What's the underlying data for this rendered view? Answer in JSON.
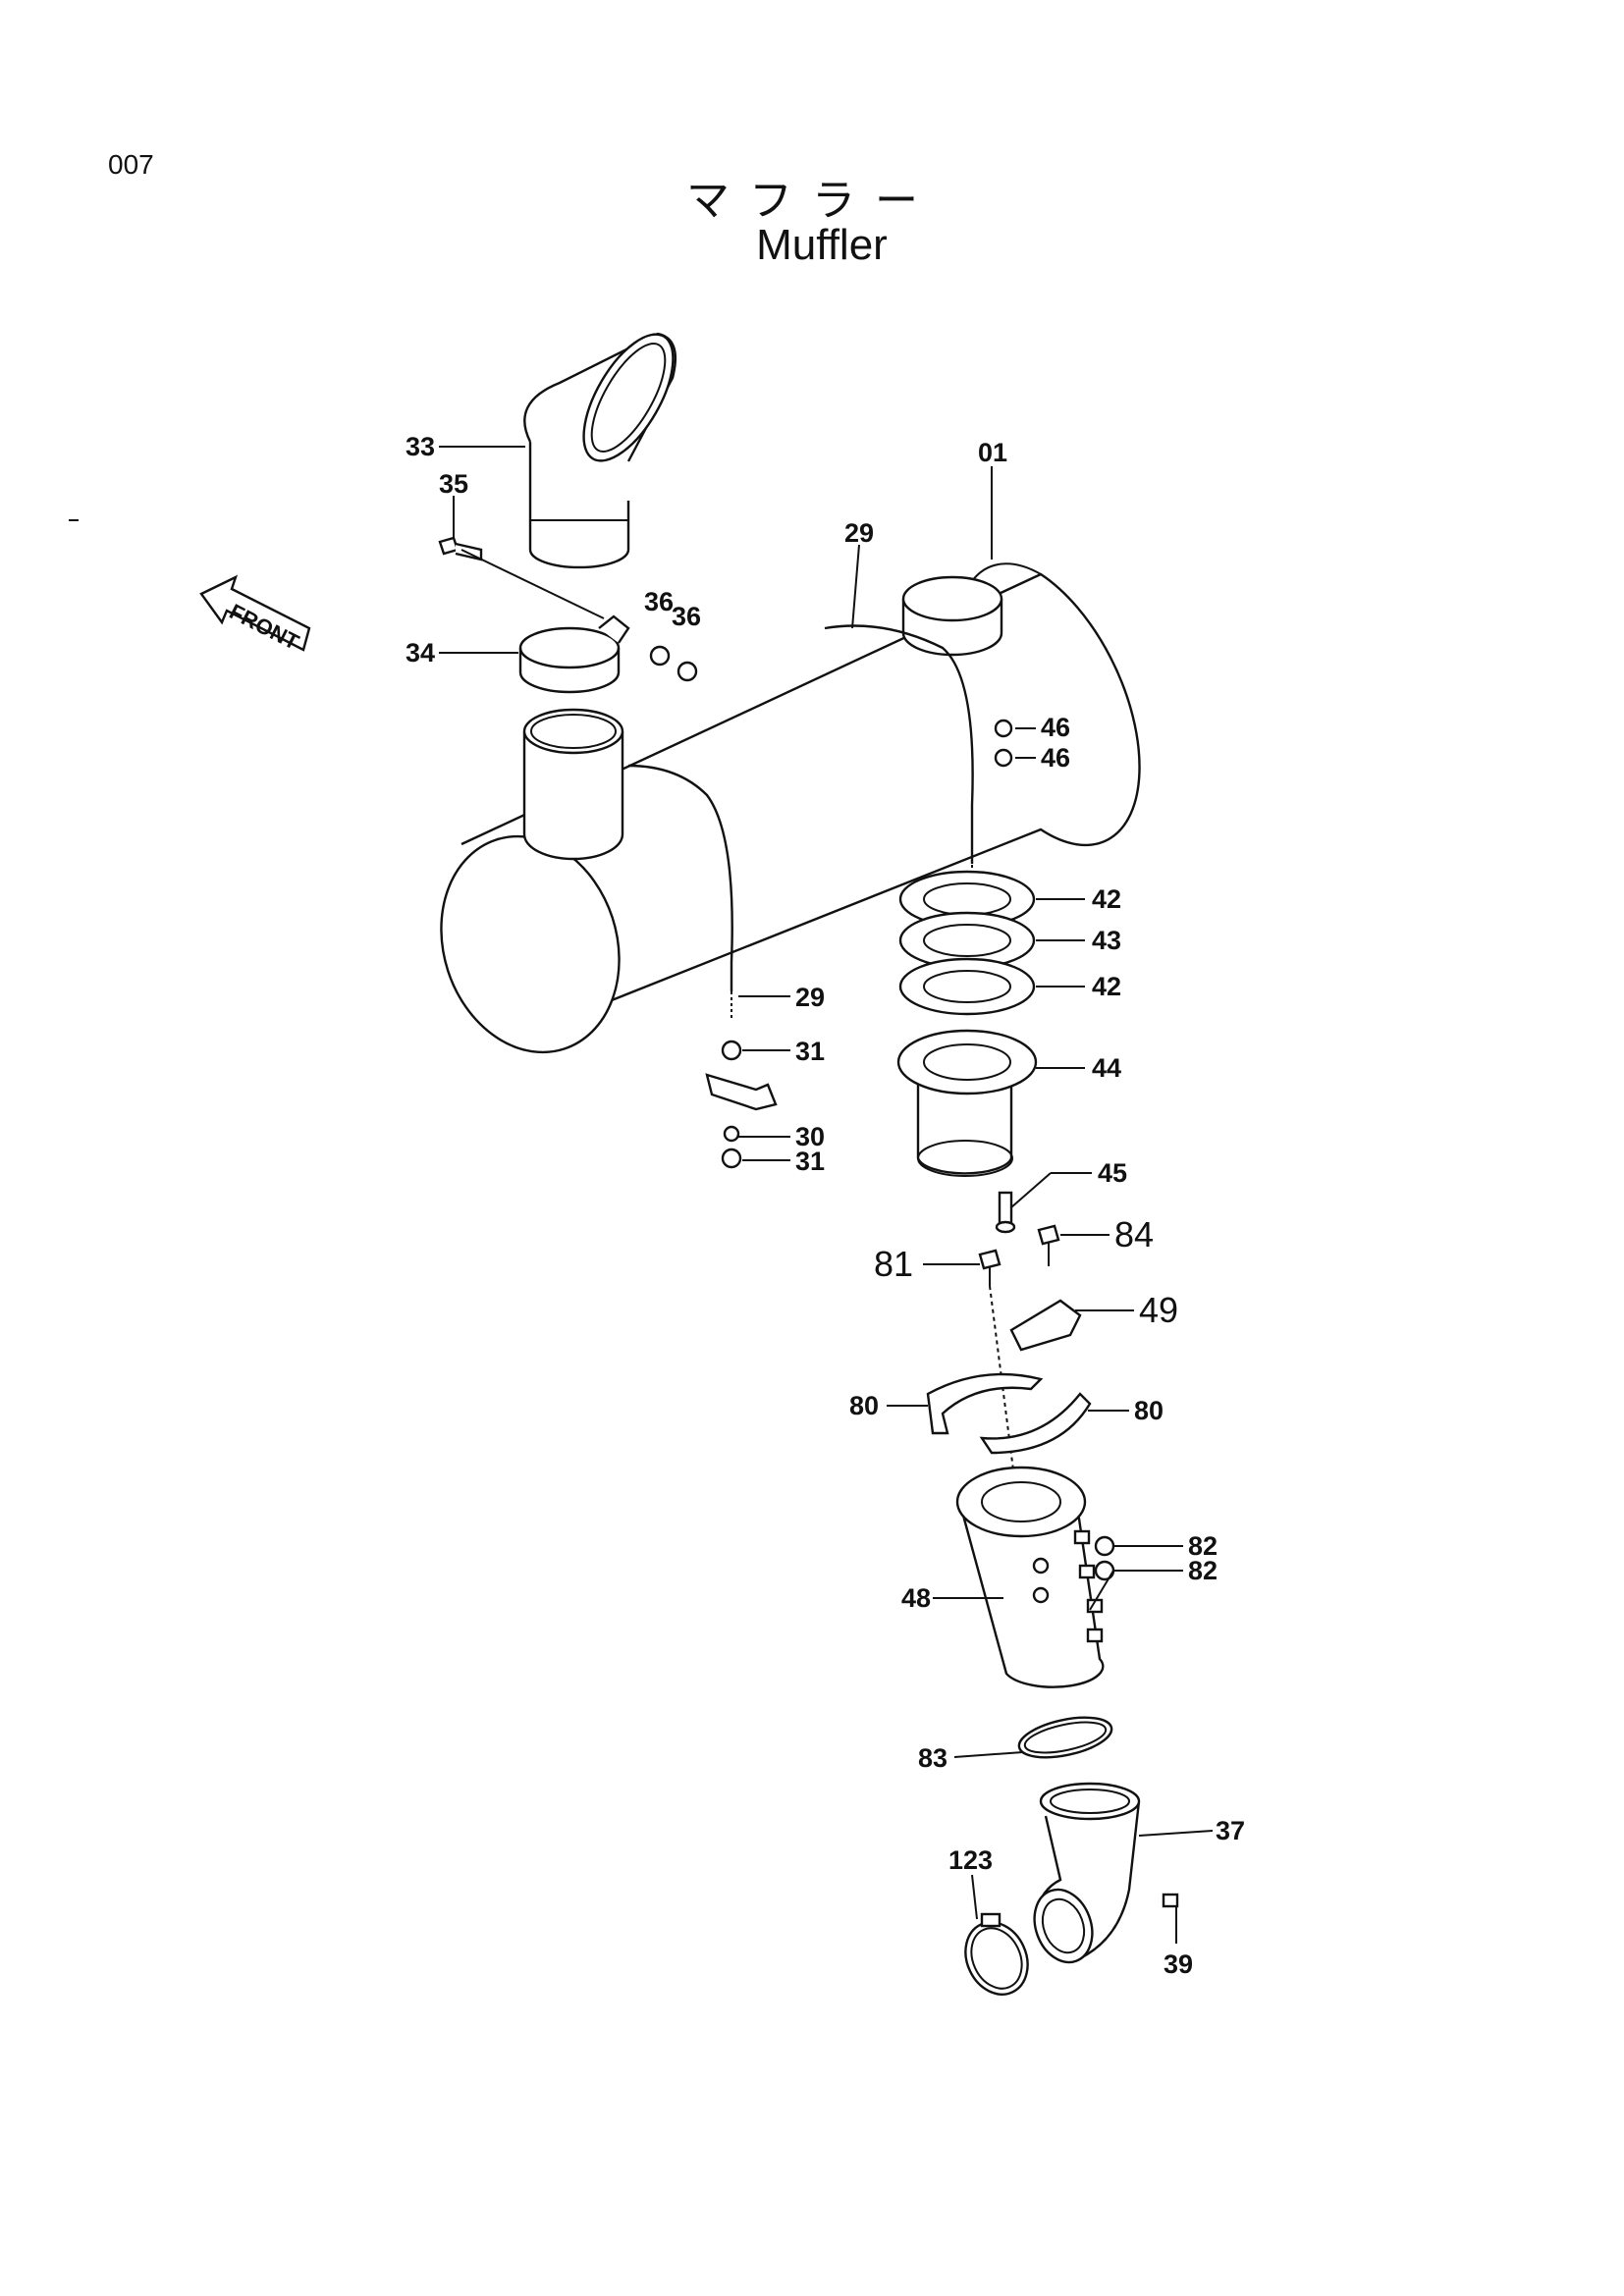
{
  "page_number": "007",
  "title_ja": "マフラー",
  "title_en": "Muffler",
  "front_label": "FRONT",
  "callouts": [
    {
      "id": "c01",
      "text": "01"
    },
    {
      "id": "c29a",
      "text": "29"
    },
    {
      "id": "c29b",
      "text": "29"
    },
    {
      "id": "c30",
      "text": "30"
    },
    {
      "id": "c31a",
      "text": "31"
    },
    {
      "id": "c31b",
      "text": "31"
    },
    {
      "id": "c33",
      "text": "33"
    },
    {
      "id": "c34",
      "text": "34"
    },
    {
      "id": "c35",
      "text": "35"
    },
    {
      "id": "c36a",
      "text": "36"
    },
    {
      "id": "c36b",
      "text": "36"
    },
    {
      "id": "c37",
      "text": "37"
    },
    {
      "id": "c39",
      "text": "39"
    },
    {
      "id": "c42a",
      "text": "42"
    },
    {
      "id": "c42b",
      "text": "42"
    },
    {
      "id": "c43",
      "text": "43"
    },
    {
      "id": "c44",
      "text": "44"
    },
    {
      "id": "c45",
      "text": "45"
    },
    {
      "id": "c46a",
      "text": "46"
    },
    {
      "id": "c46b",
      "text": "46"
    },
    {
      "id": "c48",
      "text": "48"
    },
    {
      "id": "c49",
      "text": "49"
    },
    {
      "id": "c80a",
      "text": "80"
    },
    {
      "id": "c80b",
      "text": "80"
    },
    {
      "id": "c81",
      "text": "81"
    },
    {
      "id": "c82a",
      "text": "82"
    },
    {
      "id": "c82b",
      "text": "82"
    },
    {
      "id": "c83",
      "text": "83"
    },
    {
      "id": "c84",
      "text": "84"
    },
    {
      "id": "c123",
      "text": "123"
    }
  ]
}
